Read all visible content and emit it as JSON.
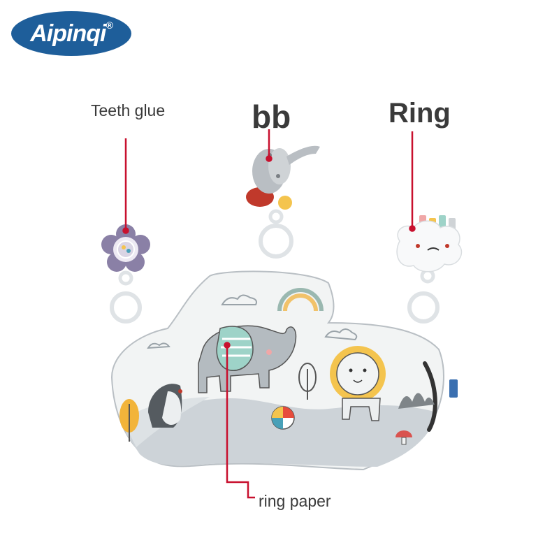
{
  "brand": {
    "name": "Aipinqi",
    "mark": "®",
    "color": "#1e5e9a"
  },
  "callouts": {
    "teeth_glue": "Teeth glue",
    "bb": "bb",
    "ring": "Ring",
    "ring_paper": "ring paper"
  },
  "colors": {
    "leader_line": "#c8102e",
    "pillow": "#f2f4f4",
    "hill": "#cdd3d8",
    "text": "#3a3a3a"
  },
  "icons": [
    "teether-flower-icon",
    "plush-cow-icon",
    "cloud-rattle-icon",
    "elephant-icon",
    "lion-icon",
    "hedgehog-icon",
    "rainbow-icon",
    "beach-ball-icon",
    "mushroom-icon"
  ]
}
